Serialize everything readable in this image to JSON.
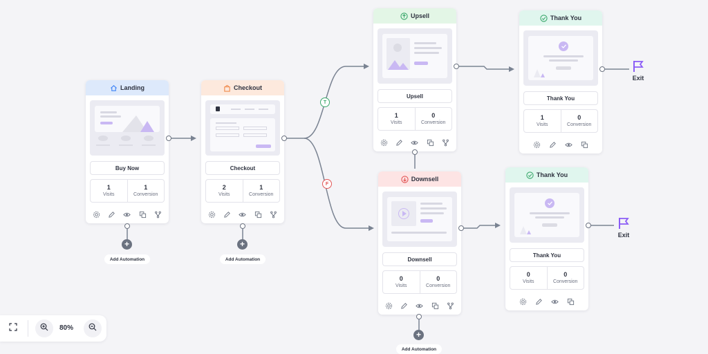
{
  "cards": {
    "landing": {
      "title": "Landing",
      "button": "Buy Now",
      "visits": "1",
      "visits_label": "Visits",
      "conversion": "1",
      "conversion_label": "Conversion",
      "icon": "home-icon",
      "header_color": "#dde9fb"
    },
    "checkout": {
      "title": "Checkout",
      "button": "Checkout",
      "visits": "2",
      "visits_label": "Visits",
      "conversion": "1",
      "conversion_label": "Conversion",
      "icon": "shopping-bag-icon",
      "header_color": "#fde9dd"
    },
    "upsell": {
      "title": "Upsell",
      "button": "Upsell",
      "visits": "1",
      "visits_label": "Visits",
      "conversion": "0",
      "conversion_label": "Conversion",
      "icon": "arrow-up-circle-icon",
      "header_color": "#e3f6e6"
    },
    "downsell": {
      "title": "Downsell",
      "button": "Downsell",
      "visits": "0",
      "visits_label": "Visits",
      "conversion": "0",
      "conversion_label": "Conversion",
      "icon": "arrow-down-circle-icon",
      "header_color": "#fde4e4"
    },
    "thankyou1": {
      "title": "Thank You",
      "button": "Thank You",
      "visits": "1",
      "visits_label": "Visits",
      "conversion": "0",
      "conversion_label": "Conversion",
      "icon": "check-circle-icon",
      "header_color": "#e0f6ee"
    },
    "thankyou2": {
      "title": "Thank You",
      "button": "Thank You",
      "visits": "0",
      "visits_label": "Visits",
      "conversion": "0",
      "conversion_label": "Conversion",
      "icon": "check-circle-icon",
      "header_color": "#e0f6ee"
    }
  },
  "automation": {
    "label": "Add Automation"
  },
  "branches": {
    "true_label": "T",
    "false_label": "F",
    "true_color": "#3aa86b",
    "false_color": "#e25555"
  },
  "exit": {
    "label": "Exit",
    "flag_color": "#8b5cf6"
  },
  "zoom": {
    "level": "80%"
  },
  "colors": {
    "accent": "#c9b8f3",
    "wire": "#7a8392",
    "node_gray": "#6b7280"
  }
}
